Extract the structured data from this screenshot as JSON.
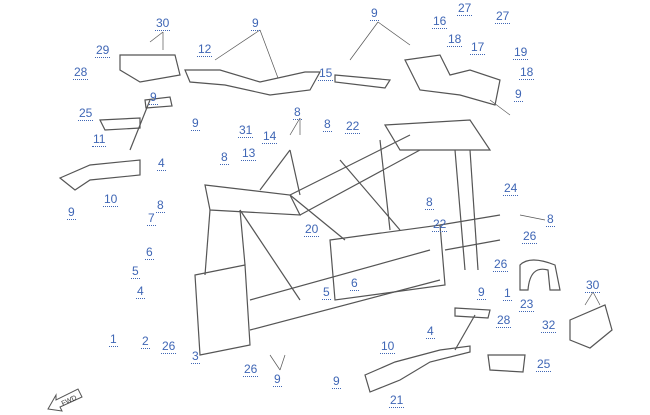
{
  "diagram": {
    "colors": {
      "label": "#3f66b5",
      "line": "#555555"
    },
    "callouts": [
      "30",
      "9",
      "9",
      "27",
      "27",
      "16",
      "12",
      "29",
      "18",
      "17",
      "19",
      "28",
      "15",
      "18",
      "9",
      "9",
      "25",
      "9",
      "31",
      "8",
      "8",
      "22",
      "14",
      "11",
      "13",
      "8",
      "4",
      "10",
      "9",
      "8",
      "8",
      "24",
      "22",
      "8",
      "7",
      "26",
      "20",
      "6",
      "26",
      "5",
      "6",
      "5",
      "4",
      "1",
      "9",
      "23",
      "30",
      "1",
      "2",
      "28",
      "32",
      "26",
      "3",
      "4",
      "10",
      "26",
      "9",
      "25",
      "9",
      "21"
    ],
    "direction_arrow": "FWD"
  }
}
